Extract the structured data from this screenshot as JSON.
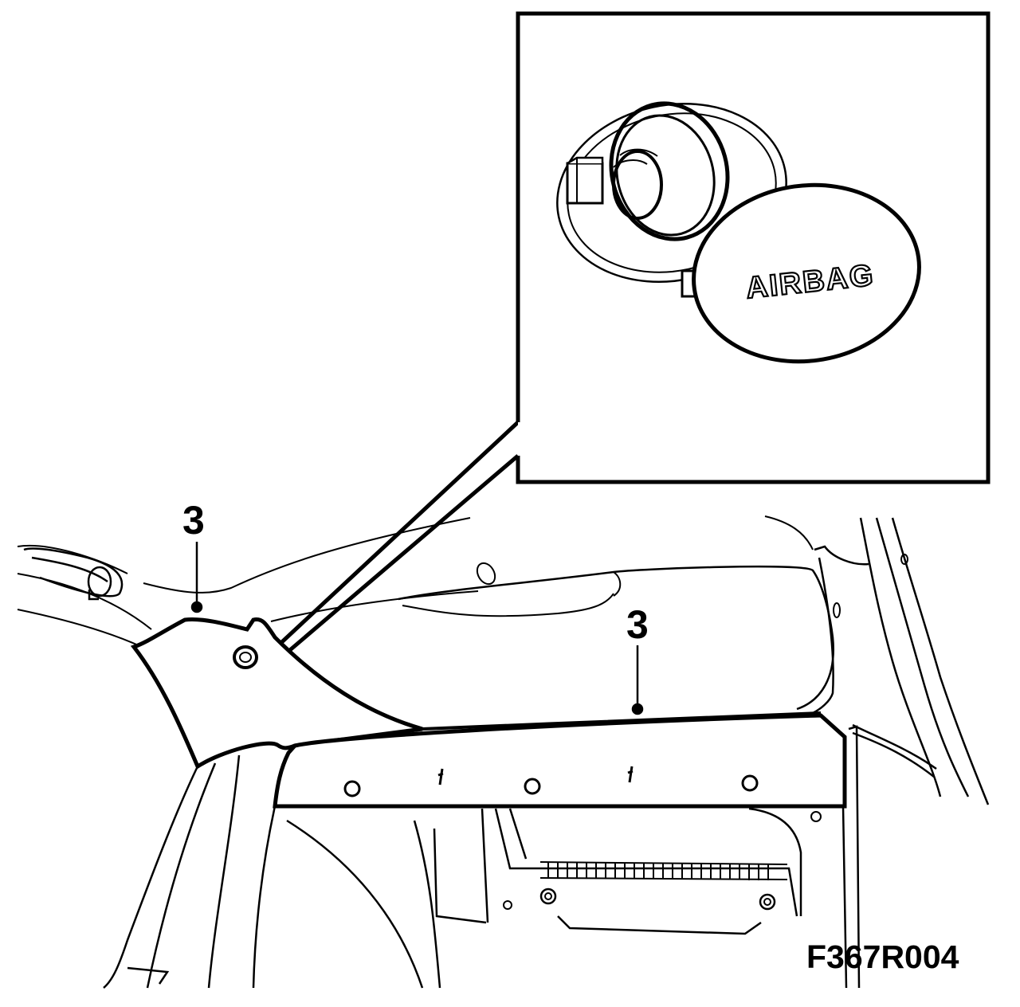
{
  "callouts": [
    {
      "label": "3"
    },
    {
      "label": "3"
    }
  ],
  "inset": {
    "cover_text": "AIRBAG"
  },
  "figure_code": "F367R004",
  "colors": {
    "line": "#000000",
    "background": "#ffffff"
  }
}
